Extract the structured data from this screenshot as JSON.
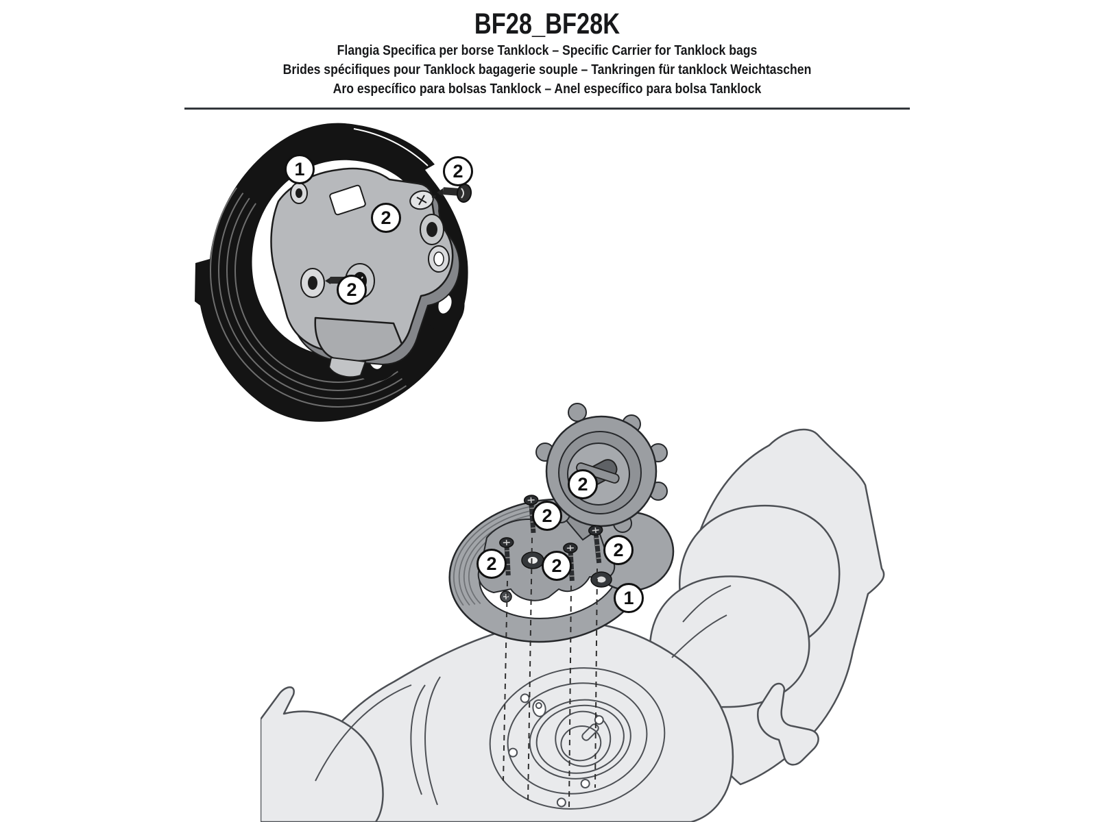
{
  "header": {
    "title": "BF28_BF28K",
    "subtitles": [
      "Flangia Specifica per borse Tanklock – Specific Carrier for Tanklock bags",
      "Brides spécifiques pour Tanklock bagagerie souple – Tankringen für tanklock Weichtaschen",
      "Aro específico para bolsas Tanklock – Anel específico para bolsa Tanklock"
    ]
  },
  "figures": {
    "exploded": {
      "callouts": [
        {
          "label": "1"
        },
        {
          "label": "2"
        },
        {
          "label": "2"
        },
        {
          "label": "2"
        }
      ]
    },
    "installation": {
      "callouts": [
        {
          "label": "2"
        },
        {
          "label": "2"
        },
        {
          "label": "2"
        },
        {
          "label": "2"
        },
        {
          "label": "2"
        },
        {
          "label": "1"
        }
      ]
    }
  },
  "colors": {
    "flange_black": "#141414",
    "bracket_gray": "#b7b9bc",
    "flange_ring_gray": "#a2a5a9",
    "cap_gray": "#9b9ea2",
    "bike_body_gray": "#e9eaec",
    "outline_gray": "#4d5055",
    "rule_dark": "#33363b"
  }
}
